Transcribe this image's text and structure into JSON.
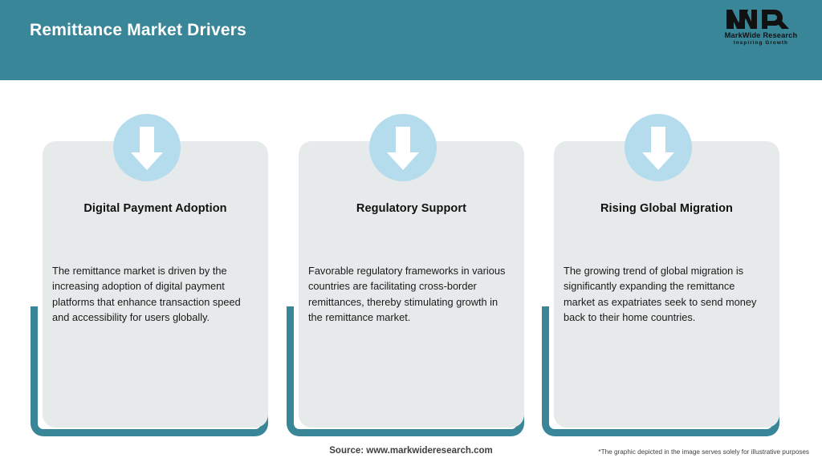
{
  "header": {
    "title": "Remittance Market Drivers",
    "bg_color": "#3a8699",
    "title_color": "#ffffff"
  },
  "logo": {
    "mark": "MWR",
    "name": "MarkWide Research",
    "tagline": "Inspiring Growth"
  },
  "theme": {
    "accent": "#3a8699",
    "card_bg": "#e7eaeb",
    "badge_bg": "#b5dced",
    "arrow_color": "#ffffff",
    "text": "#1a1a1a"
  },
  "cards": [
    {
      "icon": "down-arrow-icon",
      "title": "Digital Payment Adoption",
      "body": "The remittance market is driven by the increasing adoption of digital payment platforms that enhance transaction speed and accessibility for users globally."
    },
    {
      "icon": "down-arrow-icon",
      "title": "Regulatory Support",
      "body": "Favorable regulatory frameworks in various countries are facilitating cross-border remittances, thereby stimulating growth in the remittance market."
    },
    {
      "icon": "down-arrow-icon",
      "title": "Rising Global Migration",
      "body": "The growing trend of global migration is significantly expanding the remittance market as expatriates seek to send money back to their home countries."
    }
  ],
  "footer": {
    "source": "Source: www.markwideresearch.com",
    "disclaimer": "*The graphic depicted in the image serves solely for illustrative purposes"
  }
}
